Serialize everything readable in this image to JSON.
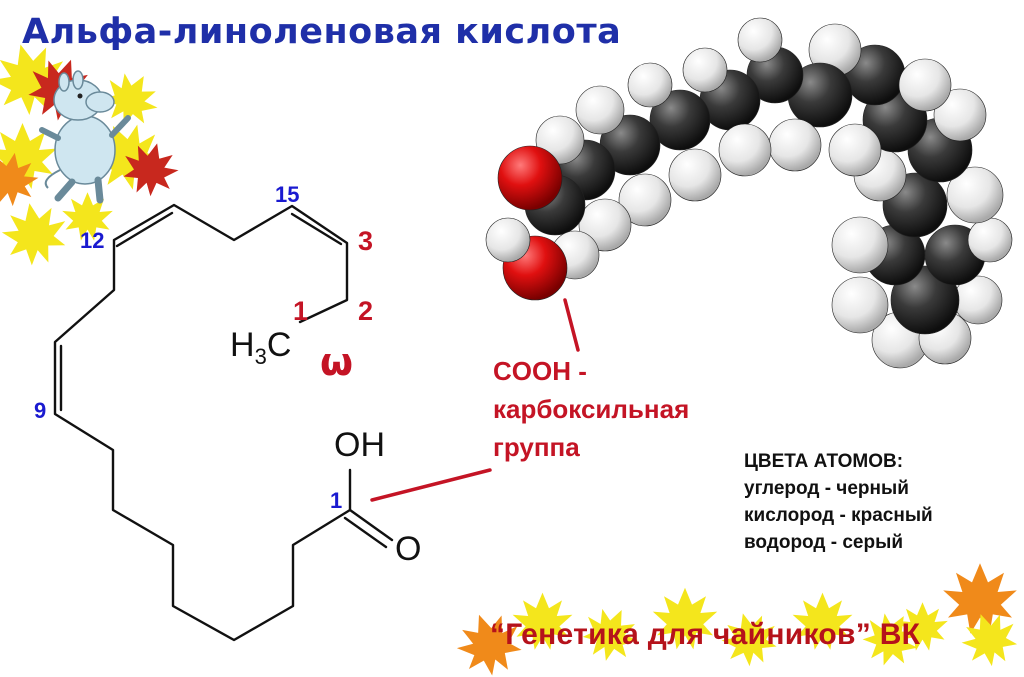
{
  "title": "Альфа-линоленовая кислота",
  "footer": "“Генетика для чайников” ВК",
  "legend": {
    "heading": "ЦВЕТА АТОМОВ:",
    "carbon": "углерод - черный",
    "oxygen": "кислород - красный",
    "hydrogen": "водород - серый"
  },
  "carboxyl": {
    "line1": "COOH -",
    "line2": "карбоксильная",
    "line3": "группа"
  },
  "omega_numbers": {
    "n1": "1",
    "n2": "2",
    "n3": "3"
  },
  "omega_symbol": "ω",
  "delta_numbers": {
    "d1": "1",
    "d9": "9",
    "d12": "12",
    "d15": "15"
  },
  "atoms": {
    "methyl_H": "H",
    "methyl_sub": "3",
    "methyl_C": "C",
    "hydroxyl": "OH",
    "carbonyl_O": "O"
  },
  "colors": {
    "title": "#1f2fa8",
    "accent_red": "#c41425",
    "number_blue": "#1a1ad0",
    "carbon_atom": "#2e2e2e",
    "oxygen_atom": "#e0101a",
    "hydrogen_atom": "#f2f2f2",
    "leaf_yellow": "#f4e61c",
    "leaf_orange": "#f08a1a",
    "leaf_red": "#c8281e"
  }
}
